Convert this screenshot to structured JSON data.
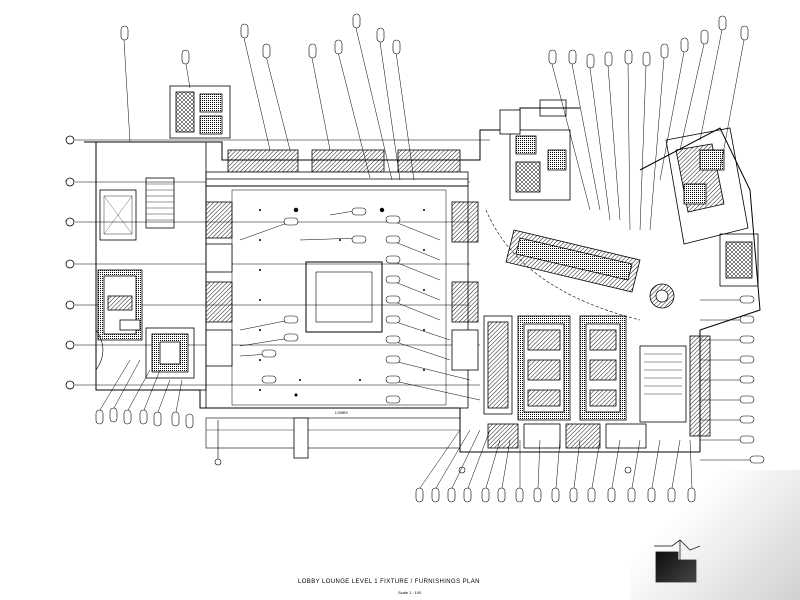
{
  "drawing": {
    "title_en": "LOBBY LOUNGE LEVEL 1 FIXTURE / FURNISHINGS PLAN",
    "scale": "Scale 1 : 100",
    "center_label": "LOBBY"
  },
  "grid_markers": [
    "",
    "",
    "",
    "",
    "",
    ""
  ]
}
